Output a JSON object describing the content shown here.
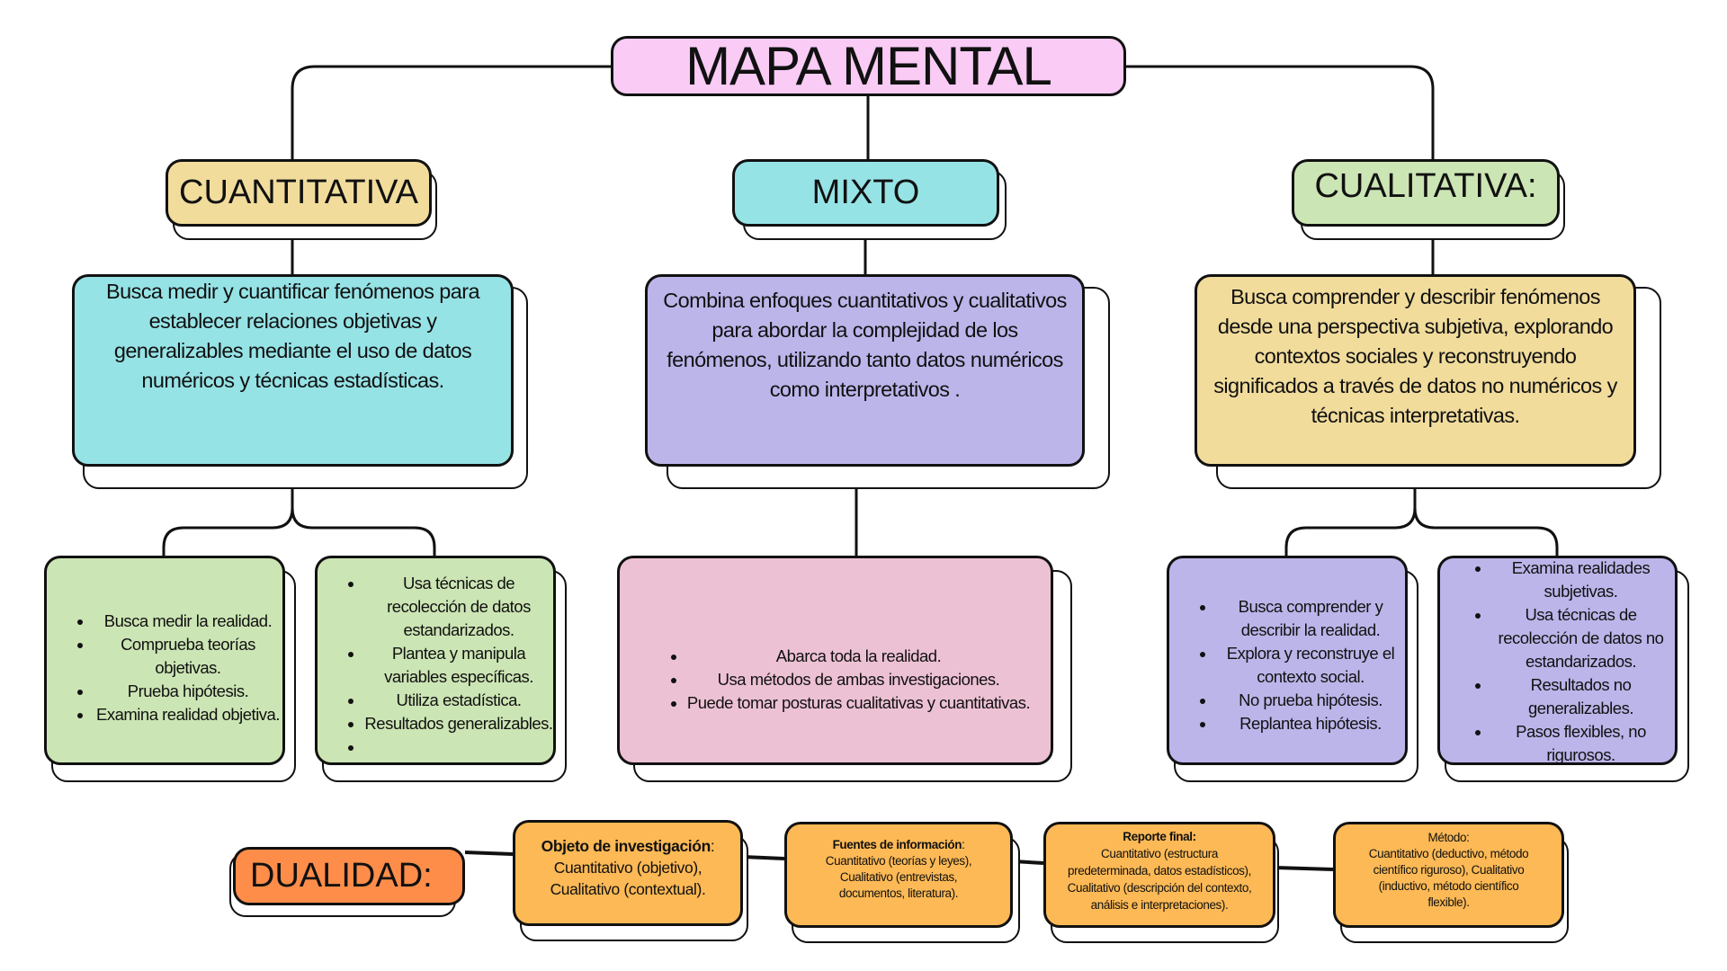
{
  "title": "MAPA MENTAL",
  "colors": {
    "title": "#f9cbf5",
    "cuantitativa_header": "#f1dc9c",
    "mixto_header": "#96e3e6",
    "cualitativa_header": "#cce5b4",
    "cuantitativa_desc": "#96e3e6",
    "mixto_desc": "#bcb5ea",
    "cualitativa_desc": "#f1dc9c",
    "cuantitativa_lists": "#cce5b4",
    "mixto_list": "#edc1d4",
    "cualitativa_lists": "#bcb5ea",
    "dualidad": "#fe8d4a",
    "dualidad_items": "#fdb955",
    "line": "#111111"
  },
  "branches": {
    "cuantitativa": {
      "label": "CUANTITATIVA",
      "description": "Busca medir y cuantificar fenómenos para establecer relaciones objetivas y generalizables mediante el uso de datos numéricos y técnicas estadísticas.",
      "list_left": [
        "Busca medir la realidad.",
        "Comprueba teorías objetivas.",
        "Prueba hipótesis.",
        "Examina realidad objetiva."
      ],
      "list_right": [
        "Usa técnicas de recolección de datos estandarizados.",
        "Plantea y manipula variables específicas.",
        "Utiliza estadística.",
        "Resultados generalizables.",
        ""
      ]
    },
    "mixto": {
      "label": "MIXTO",
      "description": "Combina enfoques cuantitativos y cualitativos para abordar la complejidad de los fenómenos, utilizando tanto datos numéricos como interpretativos .",
      "list": [
        "Abarca toda la realidad.",
        "Usa métodos de ambas investigaciones.",
        "Puede tomar posturas cualitativas y cuantitativas."
      ]
    },
    "cualitativa": {
      "label": "CUALITATIVA:",
      "description": "Busca comprender y describir fenómenos desde una perspectiva subjetiva, explorando contextos sociales y reconstruyendo significados a través de datos no numéricos y técnicas interpretativas.",
      "list_left": [
        "Busca comprender y describir la realidad.",
        "Explora y reconstruye el contexto social.",
        "No prueba hipótesis.",
        "Replantea hipótesis."
      ],
      "list_right": [
        "Examina realidades subjetivas.",
        "Usa técnicas de recolección de datos no estandarizados.",
        "Resultados no generalizables.",
        "Pasos flexibles, no rigurosos."
      ]
    }
  },
  "dualidad": {
    "label": "DUALIDAD:",
    "items": [
      {
        "heading": "Objeto de investigación",
        "heading_suffix": ":",
        "body": "Cuantitativo (objetivo), Cualitativo (contextual)."
      },
      {
        "heading": "Fuentes de información",
        "heading_suffix": ":",
        "body": "Cuantitativo (teorías y leyes), Cualitativo (entrevistas, documentos, literatura)."
      },
      {
        "heading": "Reporte final:",
        "heading_suffix": "",
        "body": "Cuantitativo (estructura predeterminada, datos estadísticos), Cualitativo (descripción del contexto, análisis e interpretaciones)."
      },
      {
        "heading": "",
        "heading_suffix": "",
        "body_plain_heading": "Método:",
        "body": "Cuantitativo (deductivo, método científico riguroso), Cualitativo (inductivo, método científico flexible)."
      }
    ]
  }
}
